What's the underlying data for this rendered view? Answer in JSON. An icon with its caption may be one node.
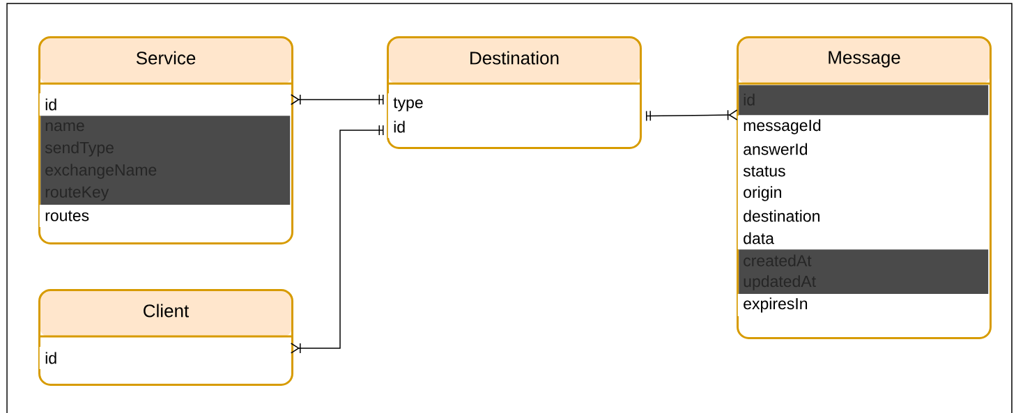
{
  "diagram": {
    "nodes": [
      {
        "text": [
          "Service"
        ]
      },
      {
        "text": [
          "id"
        ],
        "in": 0
      },
      {
        "text": [],
        "shape": "bar",
        "in": 0
      },
      {
        "text": [
          "name"
        ],
        "in": 2
      },
      {
        "text": [
          "sendType"
        ],
        "in": 2
      },
      {
        "text": [
          "exchangeName"
        ],
        "in": 2
      },
      {
        "text": [
          "routeKey"
        ],
        "in": 2
      },
      {
        "text": [
          "routes"
        ],
        "in": 0
      },
      {
        "text": [
          "Destination"
        ]
      },
      {
        "text": [
          "type"
        ],
        "in": 8
      },
      {
        "text": [
          "id"
        ],
        "in": 8
      },
      {
        "text": [
          "Message"
        ]
      },
      {
        "text": [],
        "shape": "bar",
        "in": 11
      },
      {
        "text": [
          "id"
        ],
        "in": 12
      },
      {
        "text": [
          "messageId"
        ],
        "in": 11
      },
      {
        "text": [
          "answerId"
        ],
        "in": 11
      },
      {
        "text": [
          "status"
        ],
        "in": 11
      },
      {
        "text": [
          "origin"
        ],
        "in": 11
      },
      {
        "text": [
          "destination"
        ],
        "in": 11
      },
      {
        "text": [
          "data"
        ],
        "in": 11
      },
      {
        "text": [],
        "shape": "bar",
        "in": 11
      },
      {
        "text": [
          "createdAt"
        ],
        "in": 20
      },
      {
        "text": [
          "updatedAt"
        ],
        "in": 20
      },
      {
        "text": [
          "expiresIn"
        ],
        "in": 11
      },
      {
        "text": [
          "Client"
        ]
      },
      {
        "text": [
          "id"
        ],
        "in": 24
      }
    ],
    "edges": [
      {
        "from": 1,
        "to": 9,
        "arrow": "other"
      },
      {
        "from": 25,
        "to": 10,
        "arrow": "other"
      },
      {
        "from": 13,
        "to": 8,
        "arrow": "other"
      }
    ]
  }
}
